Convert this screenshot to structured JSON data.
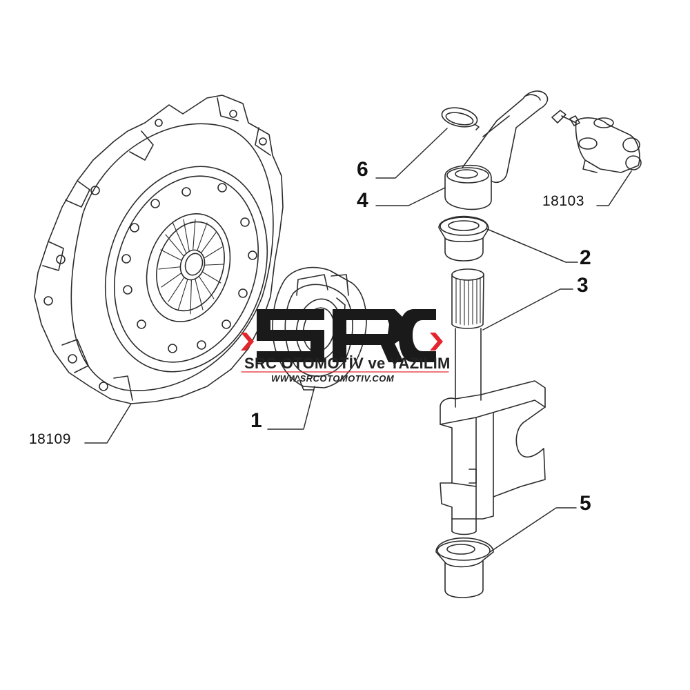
{
  "diagram": {
    "callouts": [
      {
        "id": "c6",
        "label": "6"
      },
      {
        "id": "c4",
        "label": "4"
      },
      {
        "id": "c18103",
        "label": "18103"
      },
      {
        "id": "c2",
        "label": "2"
      },
      {
        "id": "c3",
        "label": "3"
      },
      {
        "id": "c1",
        "label": "1"
      },
      {
        "id": "c18109",
        "label": "18109"
      },
      {
        "id": "c5",
        "label": "5"
      }
    ]
  },
  "watermark": {
    "logo_text": "SRC",
    "company": "SRC OTOMOTİV ve YAZILIM",
    "url": "WWW.SRCOTOMOTIV.COM",
    "accent_color": "#e3262e",
    "logo_color": "#1a1a1a"
  }
}
